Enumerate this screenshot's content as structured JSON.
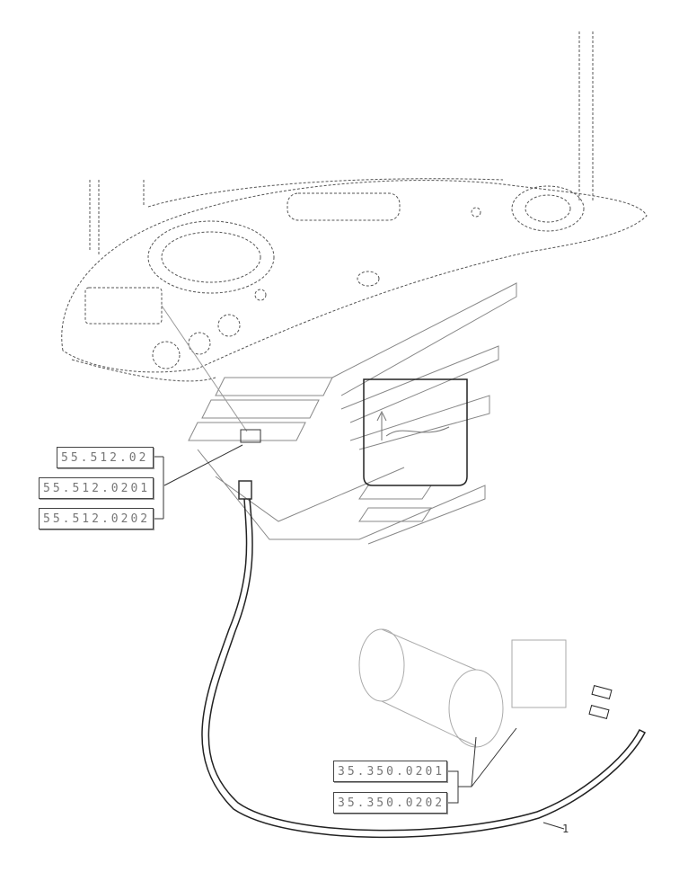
{
  "references_upper": [
    "55.512.02",
    "55.512.0201",
    "55.512.0202"
  ],
  "references_lower": [
    "35.350.0201",
    "35.350.0202"
  ],
  "item_number": "1"
}
